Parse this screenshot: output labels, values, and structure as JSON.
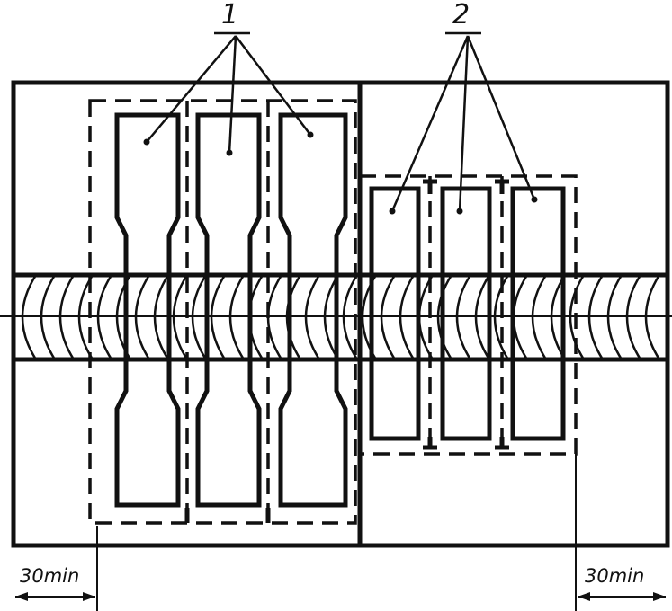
{
  "callouts": {
    "group_1": "1",
    "group_2": "2"
  },
  "dimensions": {
    "left_margin": "30min",
    "right_margin": "30min"
  },
  "colors": {
    "ink": "#111111",
    "background": "#ffffff"
  }
}
